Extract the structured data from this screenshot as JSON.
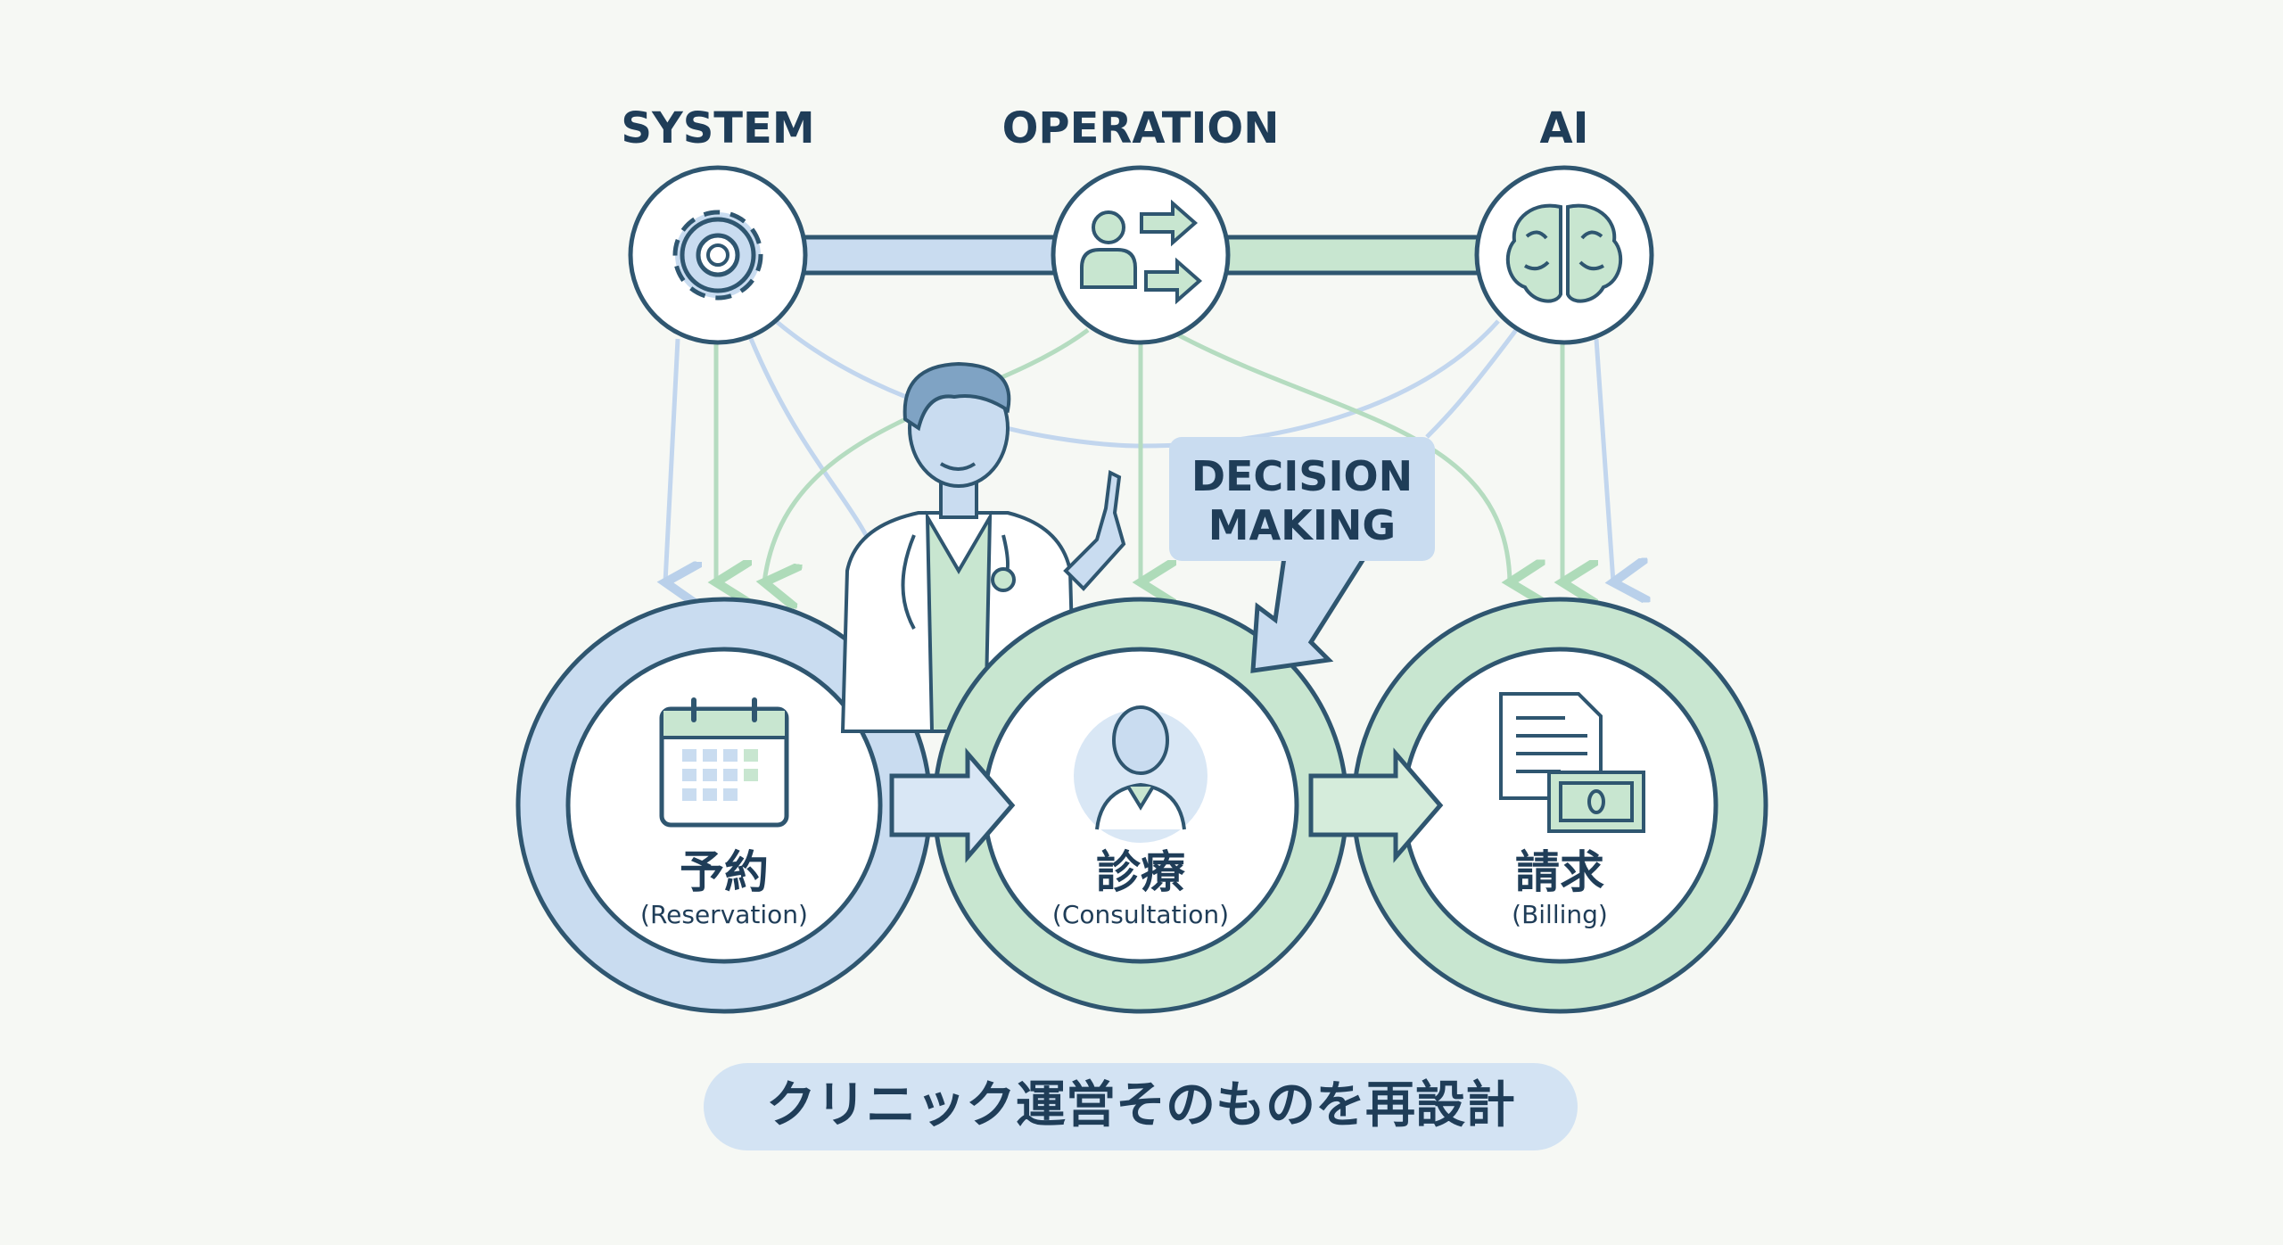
{
  "pillars": [
    {
      "label": "SYSTEM",
      "icon": "gear-icon"
    },
    {
      "label": "OPERATION",
      "icon": "person-arrows-icon"
    },
    {
      "label": "AI",
      "icon": "brain-icon"
    }
  ],
  "decision": {
    "line1": "DECISION",
    "line2": "MAKING"
  },
  "steps": [
    {
      "jp": "予約",
      "en": "(Reservation)",
      "icon": "calendar-icon"
    },
    {
      "jp": "診療",
      "en": "(Consultation)",
      "icon": "doctor-icon"
    },
    {
      "jp": "請求",
      "en": "(Billing)",
      "icon": "invoice-money-icon"
    }
  ],
  "tagline": "クリニック運営そのものを再設計",
  "colors": {
    "blue": "#c9dcf0",
    "green": "#c8e6d0",
    "dark": "#2f5670",
    "text": "#1f3d58"
  }
}
